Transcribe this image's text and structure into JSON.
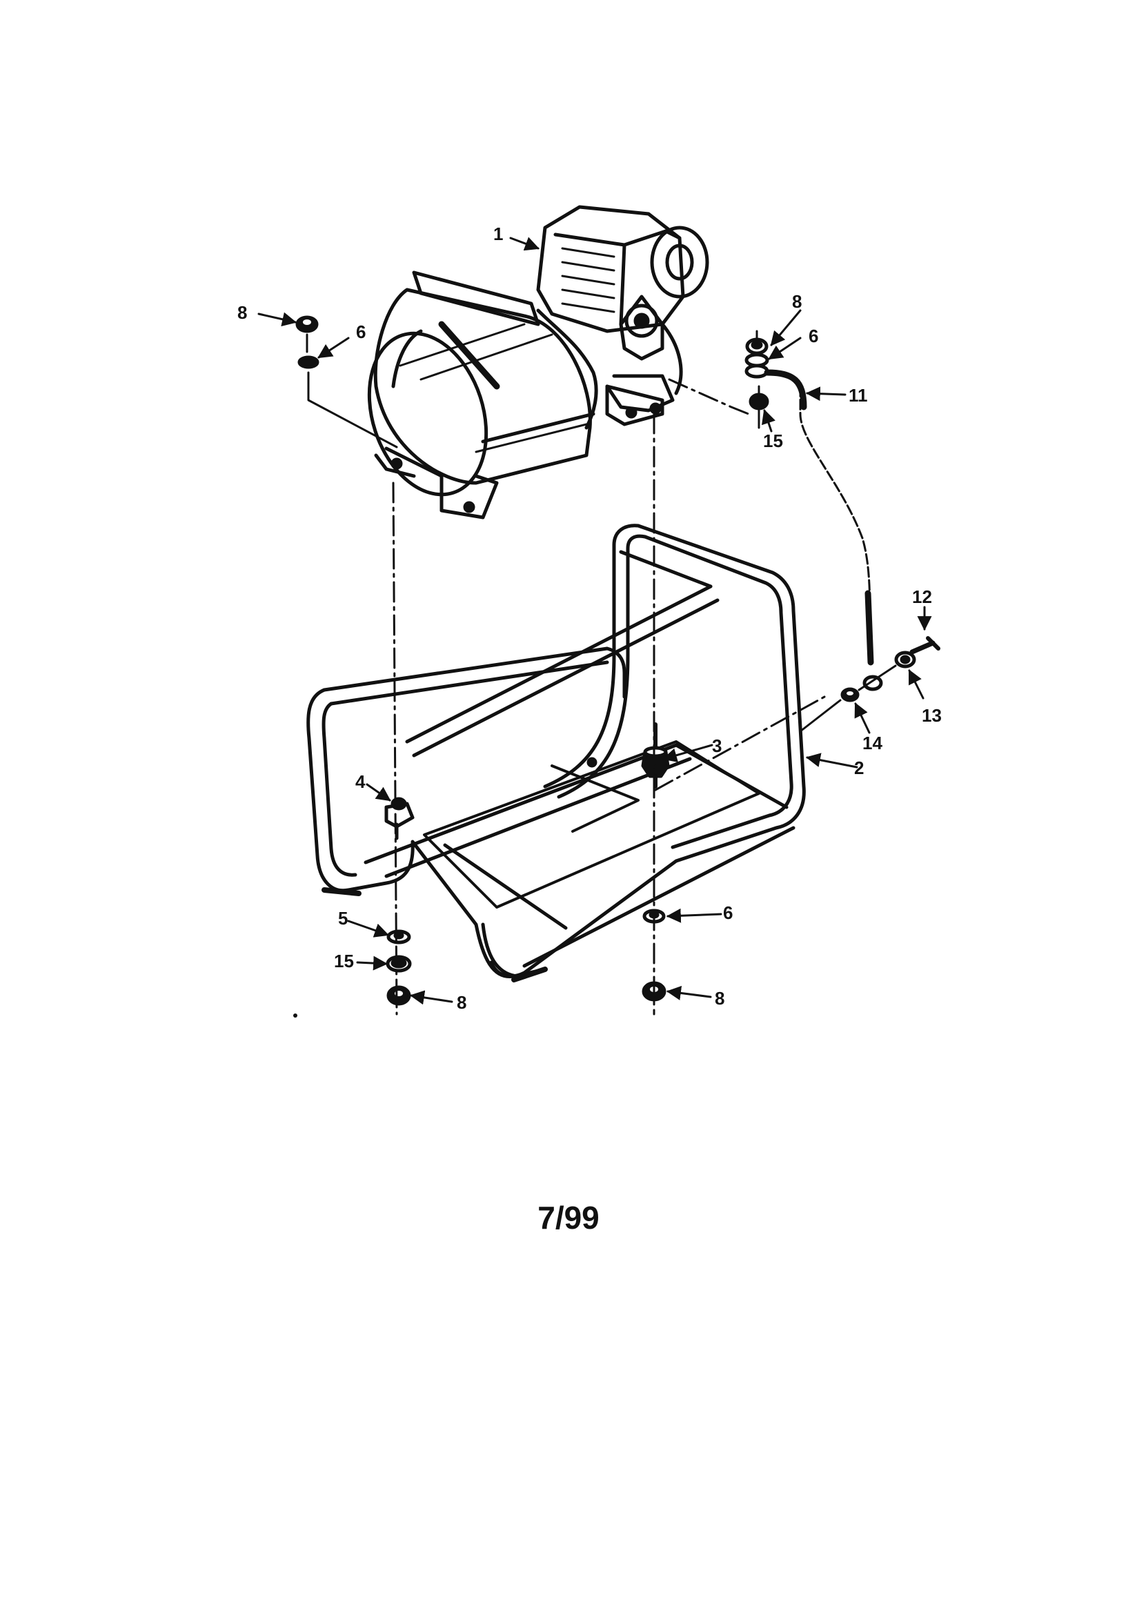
{
  "diagram": {
    "callouts": {
      "c1": "1",
      "c2": "2",
      "c3": "3",
      "c4": "4",
      "c5": "5",
      "c6a": "6",
      "c6b": "6",
      "c6c": "6",
      "c8a": "8",
      "c8b": "8",
      "c8c": "8",
      "c8d": "8",
      "c11": "11",
      "c12": "12",
      "c13": "13",
      "c14": "14",
      "c15a": "15",
      "c15b": "15"
    }
  },
  "footer": {
    "page_code": "7/99"
  },
  "colors": {
    "ink": "#111111",
    "paper": "#ffffff"
  }
}
